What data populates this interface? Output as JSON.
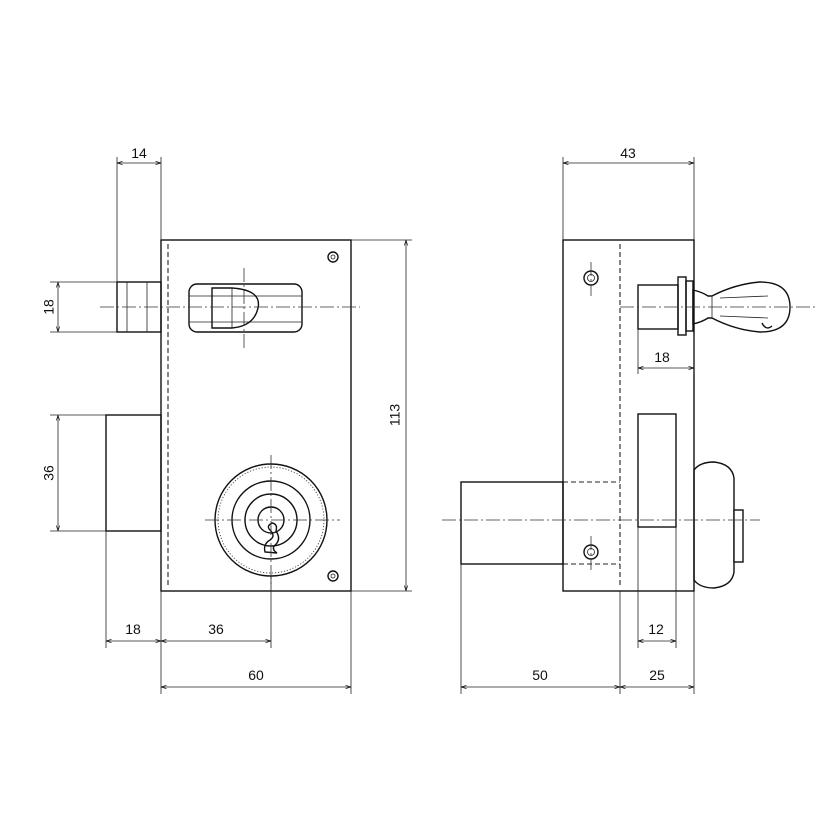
{
  "drawing": {
    "front_view": {
      "dim_top": "14",
      "dim_left_upper": "18",
      "dim_left_lower": "36",
      "dim_right": "113",
      "dim_bottom_a": "18",
      "dim_bottom_b": "36",
      "dim_bottom_total": "60"
    },
    "side_view": {
      "dim_top": "43",
      "dim_knob": "18",
      "dim_slot": "12",
      "dim_bottom_a": "50",
      "dim_bottom_b": "25"
    }
  }
}
